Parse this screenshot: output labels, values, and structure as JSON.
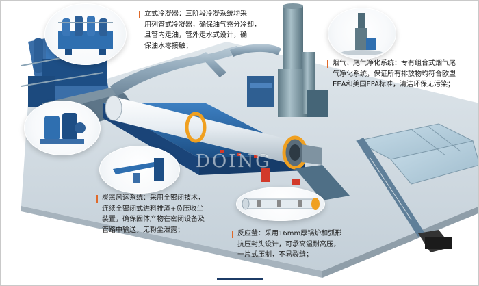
{
  "callouts": {
    "condenser": {
      "title": "立式冷凝器：",
      "lines": [
        "三阶段冷凝系统均采",
        "用列管式冷凝器，确保油气充分冷却，",
        "且管内走油，管外走水式设计，确",
        "保油水零接触；"
      ],
      "first": "三阶段冷凝系统均采"
    },
    "gas": {
      "title": "烟气、尾气净化系统：",
      "lines": [
        "专有组合式烟气尾",
        "气净化系统，保证所有排放物均符合欧盟",
        "EEA和美国EPA标准，清洁环保无污染；"
      ]
    },
    "carbon": {
      "title": "炭黑风运系统：",
      "lines": [
        "采用全密闭技术，",
        "连续全密闭式进料排渣+负压收尘",
        "装置，确保固体产物在密闭设备及",
        "管路中输送，无粉尘泄露；"
      ]
    },
    "reactor": {
      "title": "反应釜：",
      "lines": [
        "采用16mm厚锅炉和弧形",
        "抗压封头设计，可承高温耐高压，",
        "一片式压制，不易裂缝；"
      ]
    }
  },
  "watermark": "DOING",
  "colors": {
    "accent": "#e06a2a",
    "pipe": "#8aa3b5",
    "equipment": "#2f6fb0",
    "reactor_orange": "#f0a020",
    "floor": "#cfd9e0"
  }
}
